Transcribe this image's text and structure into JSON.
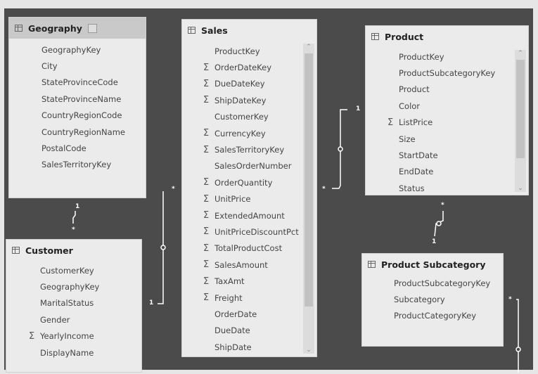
{
  "tables": {
    "geography": {
      "title": "Geography",
      "fields": [
        {
          "name": "GeographyKey",
          "sum": false
        },
        {
          "name": "City",
          "sum": false
        },
        {
          "name": "StateProvinceCode",
          "sum": false
        },
        {
          "name": "StateProvinceName",
          "sum": false
        },
        {
          "name": "CountryRegionCode",
          "sum": false
        },
        {
          "name": "CountryRegionName",
          "sum": false
        },
        {
          "name": "PostalCode",
          "sum": false
        },
        {
          "name": "SalesTerritoryKey",
          "sum": false
        }
      ]
    },
    "customer": {
      "title": "Customer",
      "fields": [
        {
          "name": "CustomerKey",
          "sum": false
        },
        {
          "name": "GeographyKey",
          "sum": false
        },
        {
          "name": "MaritalStatus",
          "sum": false
        },
        {
          "name": "Gender",
          "sum": false
        },
        {
          "name": "YearlyIncome",
          "sum": true
        },
        {
          "name": "DisplayName",
          "sum": false
        }
      ]
    },
    "sales": {
      "title": "Sales",
      "fields": [
        {
          "name": "ProductKey",
          "sum": false
        },
        {
          "name": "OrderDateKey",
          "sum": true
        },
        {
          "name": "DueDateKey",
          "sum": true
        },
        {
          "name": "ShipDateKey",
          "sum": true
        },
        {
          "name": "CustomerKey",
          "sum": false
        },
        {
          "name": "CurrencyKey",
          "sum": true
        },
        {
          "name": "SalesTerritoryKey",
          "sum": true
        },
        {
          "name": "SalesOrderNumber",
          "sum": false
        },
        {
          "name": "OrderQuantity",
          "sum": true
        },
        {
          "name": "UnitPrice",
          "sum": true
        },
        {
          "name": "ExtendedAmount",
          "sum": true
        },
        {
          "name": "UnitPriceDiscountPct",
          "sum": true
        },
        {
          "name": "TotalProductCost",
          "sum": true
        },
        {
          "name": "SalesAmount",
          "sum": true
        },
        {
          "name": "TaxAmt",
          "sum": true
        },
        {
          "name": "Freight",
          "sum": true
        },
        {
          "name": "OrderDate",
          "sum": false
        },
        {
          "name": "DueDate",
          "sum": false
        },
        {
          "name": "ShipDate",
          "sum": false
        }
      ]
    },
    "product": {
      "title": "Product",
      "fields": [
        {
          "name": "ProductKey",
          "sum": false
        },
        {
          "name": "ProductSubcategoryKey",
          "sum": false
        },
        {
          "name": "Product",
          "sum": false
        },
        {
          "name": "Color",
          "sum": false
        },
        {
          "name": "ListPrice",
          "sum": true
        },
        {
          "name": "Size",
          "sum": false
        },
        {
          "name": "StartDate",
          "sum": false
        },
        {
          "name": "EndDate",
          "sum": false
        },
        {
          "name": "Status",
          "sum": false
        }
      ]
    },
    "subcategory": {
      "title": "Product Subcategory",
      "fields": [
        {
          "name": "ProductSubcategoryKey",
          "sum": false
        },
        {
          "name": "Subcategory",
          "sum": false
        },
        {
          "name": "ProductCategoryKey",
          "sum": false
        }
      ]
    }
  },
  "relationships": {
    "one": "1",
    "many": "*"
  },
  "sum_symbol": "Σ",
  "colors": {
    "canvas": "#4b4b4b",
    "table": "#ebebeb",
    "line": "#ffffff"
  }
}
